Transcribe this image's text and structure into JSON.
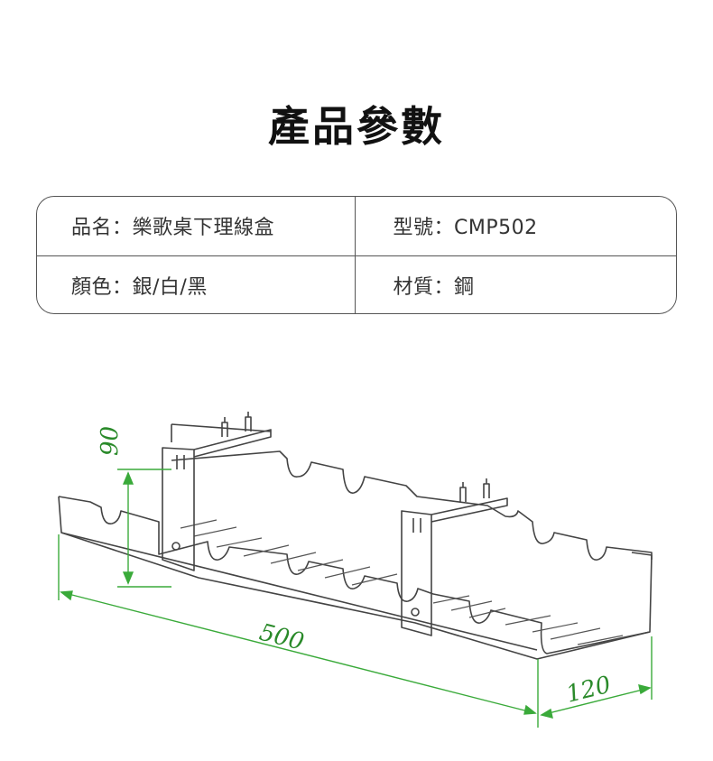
{
  "title": "產品參數",
  "specs": [
    [
      "品名：樂歌桌下理線盒",
      "型號：CMP502"
    ],
    [
      "顏色：銀/白/黑",
      "材質：鋼"
    ]
  ],
  "dimensions": {
    "height": "90",
    "length": "500",
    "width": "120"
  },
  "colors": {
    "dimension_line": "#3aaa3a",
    "dimension_text": "#2a8a2a",
    "drawing_line": "#444444"
  }
}
